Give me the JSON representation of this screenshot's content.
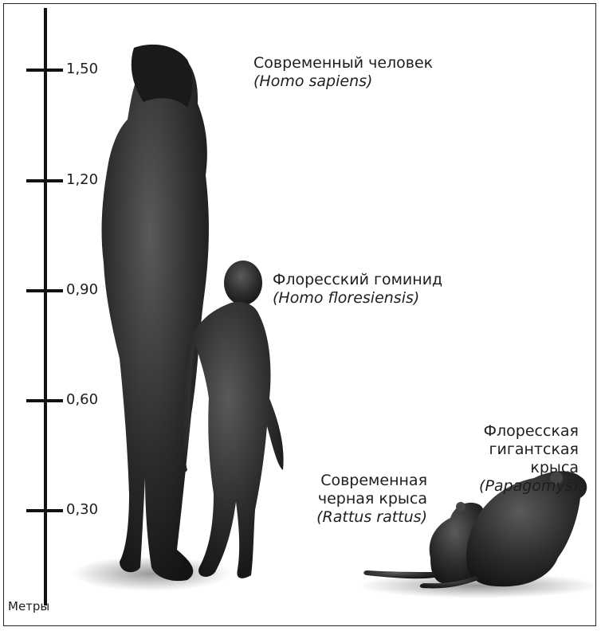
{
  "scale": {
    "unit_label": "Метры",
    "ticks": [
      "1,50",
      "1,20",
      "0,90",
      "0,60",
      "0,30"
    ]
  },
  "labels": {
    "modern_human": {
      "name": "Современный человек",
      "latin": "(Homo sapiens)"
    },
    "flores_hominid": {
      "name": "Флоресский гоминид",
      "latin": "(Homo floresiensis)"
    },
    "black_rat": {
      "name_line1": "Современная",
      "name_line2": "черная крыса",
      "latin": "(Rattus rattus)"
    },
    "giant_rat": {
      "name_line1": "Флоресская",
      "name_line2": "гигантская крыса",
      "latin": "(Papagomys)"
    }
  },
  "colors": {
    "figure": "#2a2a2a",
    "axis": "#111111",
    "text": "#1e1e1e"
  }
}
